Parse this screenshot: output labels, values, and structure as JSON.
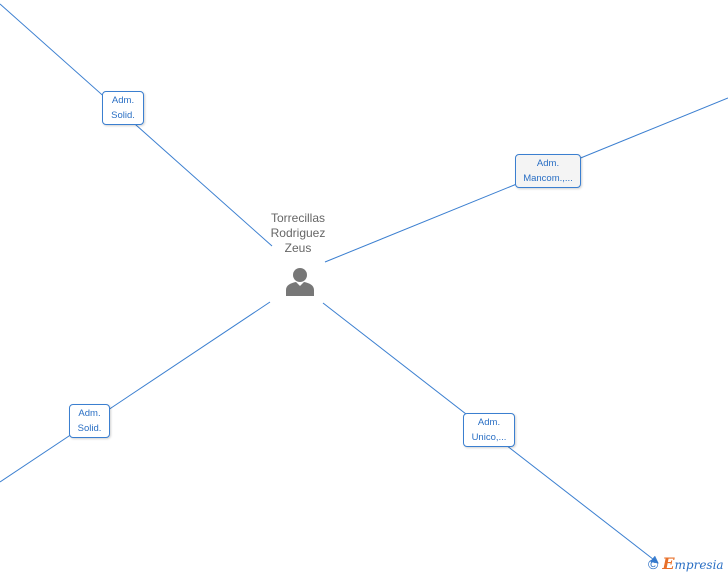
{
  "person": {
    "name_lines": [
      "Torrecillas",
      "Rodriguez",
      "Zeus"
    ],
    "icon": "person-icon"
  },
  "roles": [
    {
      "line1": "Adm.",
      "line2": "Solid."
    },
    {
      "line1": "Adm.",
      "line2": "Mancom.,..."
    },
    {
      "line1": "Adm.",
      "line2": "Solid."
    },
    {
      "line1": "Adm.",
      "line2": "Unico,..."
    }
  ],
  "watermark": {
    "copyright": "©",
    "brand_first": "E",
    "brand_rest": "mpresia"
  },
  "colors": {
    "edge": "#3b7fd0",
    "label": "#2a6fc4",
    "person": "#777777",
    "brand_accent": "#e8702a"
  }
}
